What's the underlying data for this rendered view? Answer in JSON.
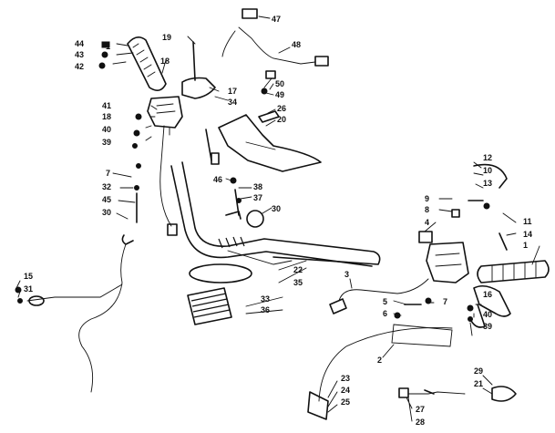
{
  "diagram": {
    "background_color": "#ffffff",
    "ink_color": "#111111",
    "callouts": [
      "44",
      "1",
      "43",
      "42",
      "19",
      "18",
      "47",
      "48",
      "17",
      "34",
      "50",
      "49",
      "41",
      "18",
      "40",
      "39",
      "26",
      "20",
      "7",
      "32",
      "45",
      "30",
      "46",
      "38",
      "37",
      "30",
      "12",
      "10",
      "13",
      "15",
      "31",
      "9",
      "8",
      "4",
      "11",
      "14",
      "1",
      "22",
      "35",
      "33",
      "36",
      "3",
      "5",
      "6",
      "7",
      "16",
      "40",
      "39",
      "2",
      "23",
      "24",
      "25",
      "29",
      "21",
      "27",
      "28"
    ]
  }
}
